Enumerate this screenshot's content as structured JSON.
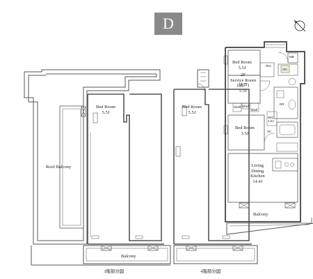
{
  "unit_badge": "D",
  "compass": {
    "icon": "north-arrow-icon"
  },
  "floor_captions": {
    "third_floor": "3階部分図",
    "fourth_floor": "4階部分図"
  },
  "third_floor": {
    "bedroom": {
      "name": "Bed Room",
      "size": "5.5J"
    },
    "roof_balcony": "Roof Balcony",
    "balcony": "Balcony"
  },
  "fourth_floor": {
    "bedroom": {
      "name": "Bed Room",
      "size": "5.5J"
    }
  },
  "main_unit": {
    "bedroom_top": {
      "name": "Bed Room",
      "size": "5.5J"
    },
    "service_room": {
      "line1": "2F",
      "line2": "Service Room",
      "line3": "(納戸)",
      "size": "5.5J"
    },
    "bedroom_bottom": {
      "name": "Bed Room",
      "size": "3.5J"
    },
    "ldk": {
      "line1": "Living",
      "line2": "Dining",
      "line3": "Kitchen",
      "size": "14.4J"
    },
    "balcony": "Balcony",
    "fixtures": {
      "mb": "MB",
      "rec": "Rec",
      "sic": "SIC",
      "dr": "DR",
      "wic": {
        "line1": "WIC",
        "line2": "1.0J"
      },
      "shelf_a": "Shelf",
      "shelf_b": "Shelf",
      "shelf_c": "Shelf",
      "sc": "SC"
    }
  },
  "colors": {
    "wall": "#555555",
    "badge": "#8a8a8a",
    "fixture": "#777777"
  }
}
